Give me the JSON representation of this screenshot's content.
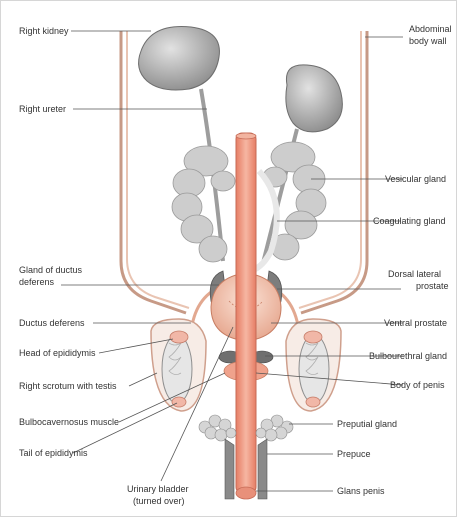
{
  "labels": {
    "right_kidney": "Right kidney",
    "right_ureter": "Right ureter",
    "gland_of_ductus_deferens_1": "Gland of ductus",
    "gland_of_ductus_deferens_2": "deferens",
    "ductus_deferens": "Ductus deferens",
    "head_of_epididymis": "Head of epididymis",
    "right_scrotum_with_testis": "Right scrotum with testis",
    "bulbocavernosus_muscle": "Bulbocavernosus muscle",
    "tail_of_epididymis": "Tail of epididymis",
    "urinary_bladder_1": "Urinary bladder",
    "urinary_bladder_2": "(turned over)",
    "abdominal_body_wall_1": "Abdominal",
    "abdominal_body_wall_2": "body wall",
    "vesicular_gland": "Vesicular gland",
    "coagulating_gland": "Coagulating gland",
    "dorsal_lateral_prostate_1": "Dorsal lateral",
    "dorsal_lateral_prostate_2": "prostate",
    "ventral_prostate": "Ventral prostate",
    "bulbourethral_gland": "Bulbourethral gland",
    "body_of_penis": "Body of penis",
    "preputial_gland": "Preputial gland",
    "prepuce": "Prepuce",
    "glans_penis": "Glans penis"
  },
  "colors": {
    "kidney": "#9a9a9a",
    "gland_gray": "#c9c9c9",
    "prostate_pink": "#f3c8b4",
    "urethra": "#e8907a",
    "dark_gland": "#7d7d7d"
  }
}
